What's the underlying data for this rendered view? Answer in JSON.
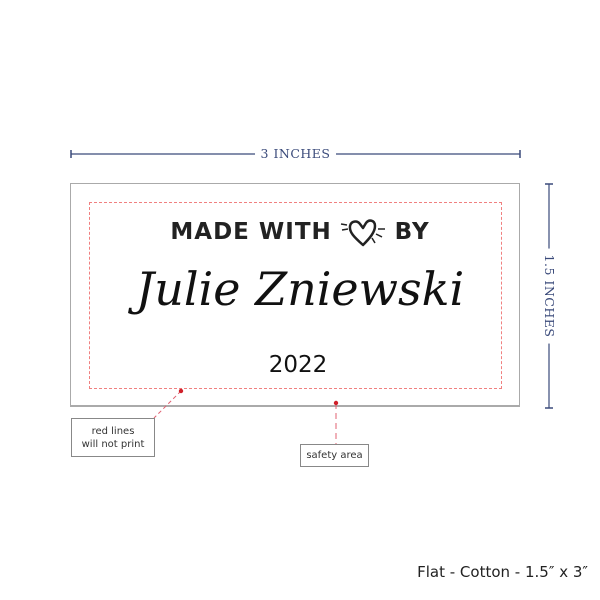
{
  "dimensions": {
    "width_label": "3 INCHES",
    "height_label": "1.5 INCHES"
  },
  "label": {
    "line1_left": "MADE WITH",
    "line1_icon": "heart-icon",
    "line1_right": "BY",
    "name": "Julie Zniewski",
    "year": "2022"
  },
  "callouts": {
    "red_lines_line1": "red lines",
    "red_lines_line2": "will not print",
    "safety_area": "safety area"
  },
  "footer": {
    "product": "Flat - Cotton - 1.5″ x 3″"
  },
  "colors": {
    "dimension": "#3a4a7a",
    "safety_line": "#f08080",
    "marker": "#d0202a"
  }
}
